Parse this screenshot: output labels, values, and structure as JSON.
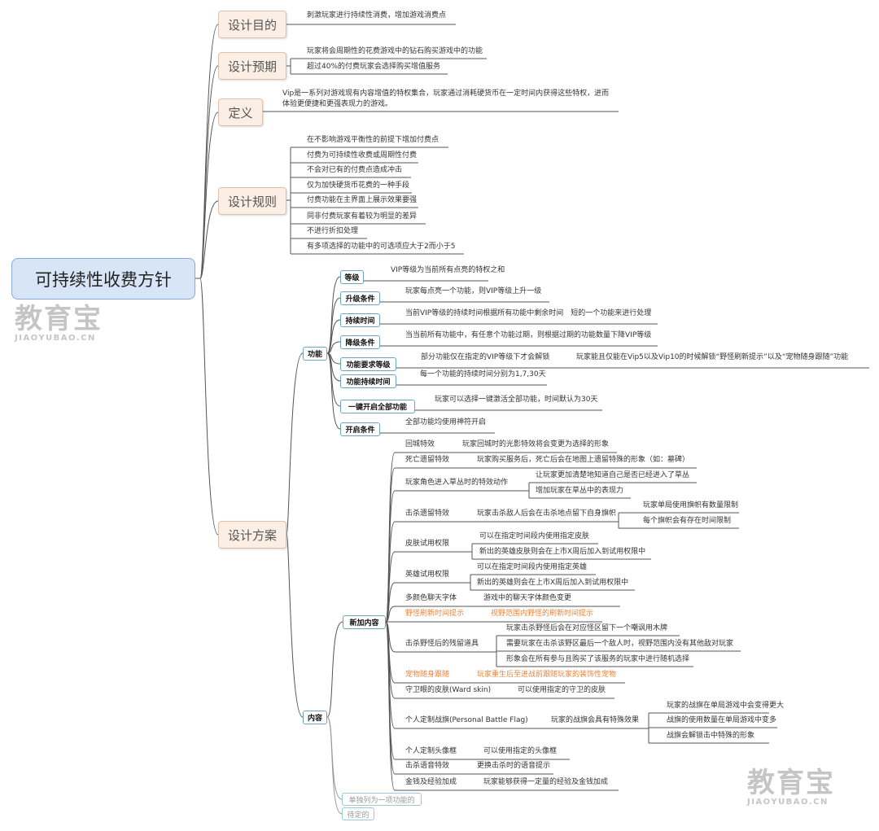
{
  "root": "可持续性收费方针",
  "watermark": {
    "text": "教育宝",
    "domain": "JIAOYUBAO.CN"
  },
  "purpose": {
    "label": "设计目的",
    "items": [
      "刺激玩家进行持续性消费，增加游戏消费点"
    ]
  },
  "expectation": {
    "label": "设计预期",
    "items": [
      "玩家将会周期性的花费游戏中的钻石购买游戏中的功能",
      "超过40%的付费玩家会选择购买增值服务"
    ]
  },
  "definition": {
    "label": "定义",
    "lines": [
      "Vip是一系列对游戏现有内容增值的特权集合，玩家通过消耗硬货币在一定时间内获得这些特权，进而",
      "体验更便捷和更强表现力的游戏。"
    ]
  },
  "rules": {
    "label": "设计规则",
    "items": [
      "在不影响游戏平衡性的前提下增加付费点",
      "付费为可持续性收费或周期性付费",
      "不会对已有的付费点造成冲击",
      "仅为加快硬货币花费的一种手段",
      "付费功能在主界面上展示效果要强",
      "同非付费玩家有着较为明显的差异",
      "不进行折扣处理",
      "有多项选择的功能中的可选项应大于2而小于5"
    ]
  },
  "plan": {
    "label": "设计方案",
    "features": {
      "label": "功能",
      "items": [
        {
          "label": "等级",
          "desc": "VIP等级为当前所有点亮的特权之和"
        },
        {
          "label": "升级条件",
          "desc": "玩家每点亮一个功能，则VIP等级上升一级"
        },
        {
          "label": "持续时间",
          "desc": "当前VIP等级的持续时间根据所有功能中剩余时间　短的一个功能来进行处理"
        },
        {
          "label": "降级条件",
          "desc": "当当前所有功能中，有任意个功能过期，则根据过期的功能数量下降VIP等级"
        },
        {
          "label": "功能要求等级",
          "desc": "部分功能仅在指定的VIP等级下才会解锁",
          "note": "玩家能且仅能在Vip5以及Vip10的时候解锁“野怪刷新提示”以及“宠物随身跟随”功能"
        },
        {
          "label": "功能持续时间",
          "desc": "每一个功能的持续时间分别为1,7,30天"
        },
        {
          "label": "一键开启全部功能",
          "desc": "玩家可以选择一键激活全部功能，时间默认为30天"
        },
        {
          "label": "开启条件",
          "desc": "全部功能均使用神符开启"
        }
      ]
    },
    "content": {
      "label": "内容",
      "new": {
        "label": "新加内容",
        "items": [
          {
            "label": "回城特效",
            "desc": "玩家回城时的光影特效将会变更为选择的形象"
          },
          {
            "label": "死亡遗留特效",
            "desc": "玩家购买服务后，死亡后会在地图上遗留特殊的形象（如：墓碑）"
          },
          {
            "label": "玩家角色进入草丛时的特效动作",
            "subs": [
              "让玩家更加清楚地知道自己是否已经进入了草丛",
              "增加玩家在草丛中的表现力"
            ]
          },
          {
            "label": "击杀遗留特效",
            "desc": "玩家击杀敌人后会在击杀地点留下自身旗帜",
            "subs": [
              "玩家单局使用旗帜有数量限制",
              "每个旗帜会有存在时间限制"
            ]
          },
          {
            "label": "皮肤试用权限",
            "subs": [
              "可以在指定时间段内使用指定皮肤",
              "新出的英雄皮肤则会在上市X周后加入到试用权限中"
            ]
          },
          {
            "label": "英雄试用权限",
            "subs": [
              "可以在指定时间段内使用指定英雄",
              "新出的英雄则会在上市X周后加入到试用权限中"
            ]
          },
          {
            "label": "多颜色聊天字体",
            "desc": "游戏中的聊天字体颜色变更"
          },
          {
            "label": "野怪刷新时间提示",
            "desc": "视野范围内野怪的刷新时间提示",
            "highlight": true
          },
          {
            "label": "击杀野怪后的残留道具",
            "subs": [
              "玩家击杀野怪后会在对应怪区留下一个嘲讽用木牌",
              "需要玩家在击杀该野区最后一个敌人时，视野范围内没有其他敌对玩家",
              "形象会在所有参与且购买了该服务的玩家中进行随机选择"
            ]
          },
          {
            "label": "宠物随身跟随",
            "desc": "玩家重生后至进战前跟随玩家的装饰性宠物",
            "highlight": true
          },
          {
            "label": "守卫眼的皮肤(Ward skin)",
            "desc": "可以使用指定的守卫的皮肤"
          },
          {
            "label": "个人定制战旗(Personal Battle Flag)",
            "desc": "玩家的战旗会具有特殊效果",
            "subs": [
              "玩家的战旗在单局游戏中会变得更大",
              "战旗的使用数量在单局游戏中变多",
              "战旗会解锁击中特殊的形象"
            ]
          },
          {
            "label": "个人定制头像框",
            "desc": "可以使用指定的头像框"
          },
          {
            "label": "击杀语音特效",
            "desc": "更换击杀时的语音提示"
          },
          {
            "label": "金钱及经验加成",
            "desc": "玩家能够获得一定量的经验及金钱加成"
          }
        ]
      },
      "separate": "单独列为一项功能的",
      "pending": "待定的"
    }
  },
  "colors": {
    "highlight": "#e8843a",
    "root_fill": "#d7e5f6",
    "branch_fill": "#fbeee4",
    "node_border": "#6aa6bf"
  }
}
